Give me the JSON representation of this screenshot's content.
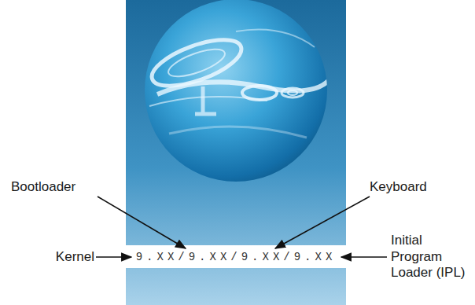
{
  "diagram": {
    "labels": [
      "Bootloader",
      "Keyboard",
      "Kernel",
      "9.XX/9.XX/9.XX/9.XX",
      "Initial Program Loader (IPL)"
    ]
  }
}
